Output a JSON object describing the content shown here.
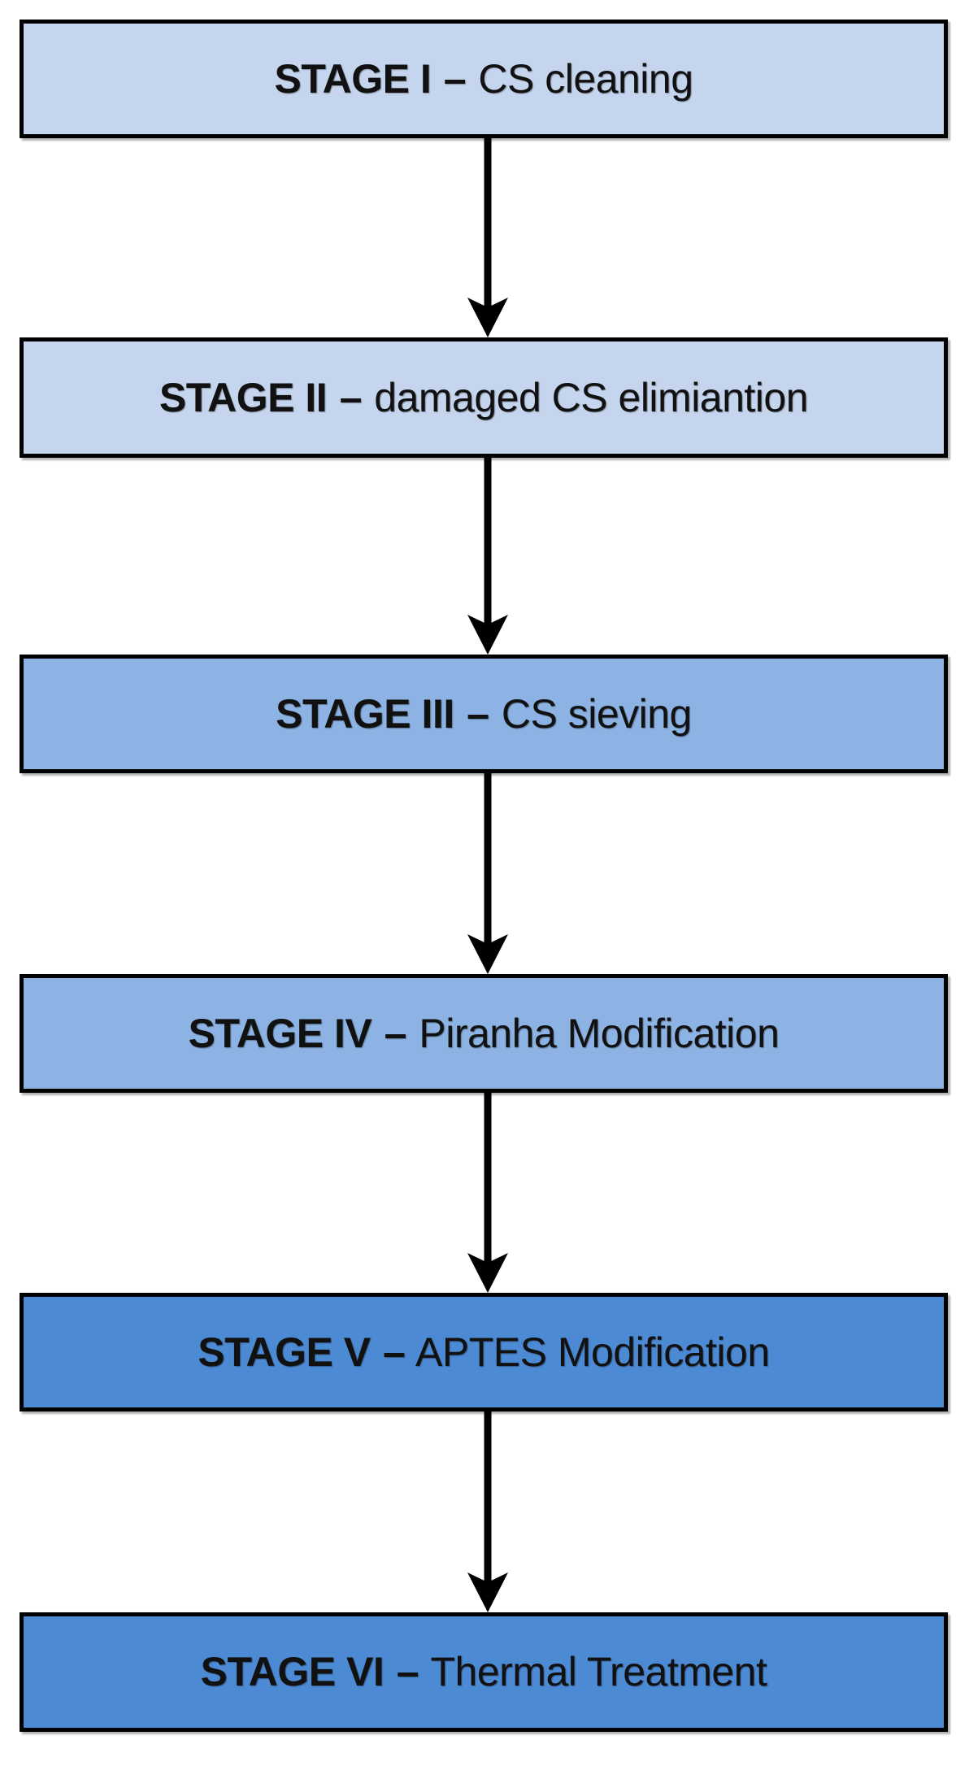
{
  "diagram": {
    "title": "Chitosan surface preparation stage flowchart",
    "orientation": "vertical-top-to-bottom",
    "connector_count": 5,
    "colors": {
      "fill_light": "#c5d5ee",
      "fill_medium": "#8cb3e3",
      "fill_dark": "#4d8ad4",
      "border": "#000000",
      "text": "#111111",
      "background": "#ffffff"
    },
    "stages": [
      {
        "key": "STAGE I",
        "dash": "–",
        "description": "CS cleaning",
        "full_text": "STAGE I – CS cleaning",
        "fill": "#c5d5ee"
      },
      {
        "key": "STAGE II",
        "dash": "–",
        "description": "damaged CS elimiantion",
        "full_text": "STAGE II – damaged CS elimiantion",
        "fill": "#c5d5ee"
      },
      {
        "key": "STAGE III",
        "dash": "–",
        "description": "CS sieving",
        "full_text": "STAGE III – CS sieving",
        "fill": "#8cb3e3"
      },
      {
        "key": "STAGE IV",
        "dash": "–",
        "description": "Piranha Modification",
        "full_text": "STAGE IV – Piranha Modification",
        "fill": "#8cb3e3"
      },
      {
        "key": "STAGE V",
        "dash": "–",
        "description": "APTES Modification",
        "full_text": "STAGE V – APTES Modification",
        "fill": "#4d8ad4"
      },
      {
        "key": "STAGE VI",
        "dash": "–",
        "description": "Thermal Treatment",
        "full_text": "STAGE VI – Thermal Treatment",
        "fill": "#4d8ad4"
      }
    ]
  }
}
